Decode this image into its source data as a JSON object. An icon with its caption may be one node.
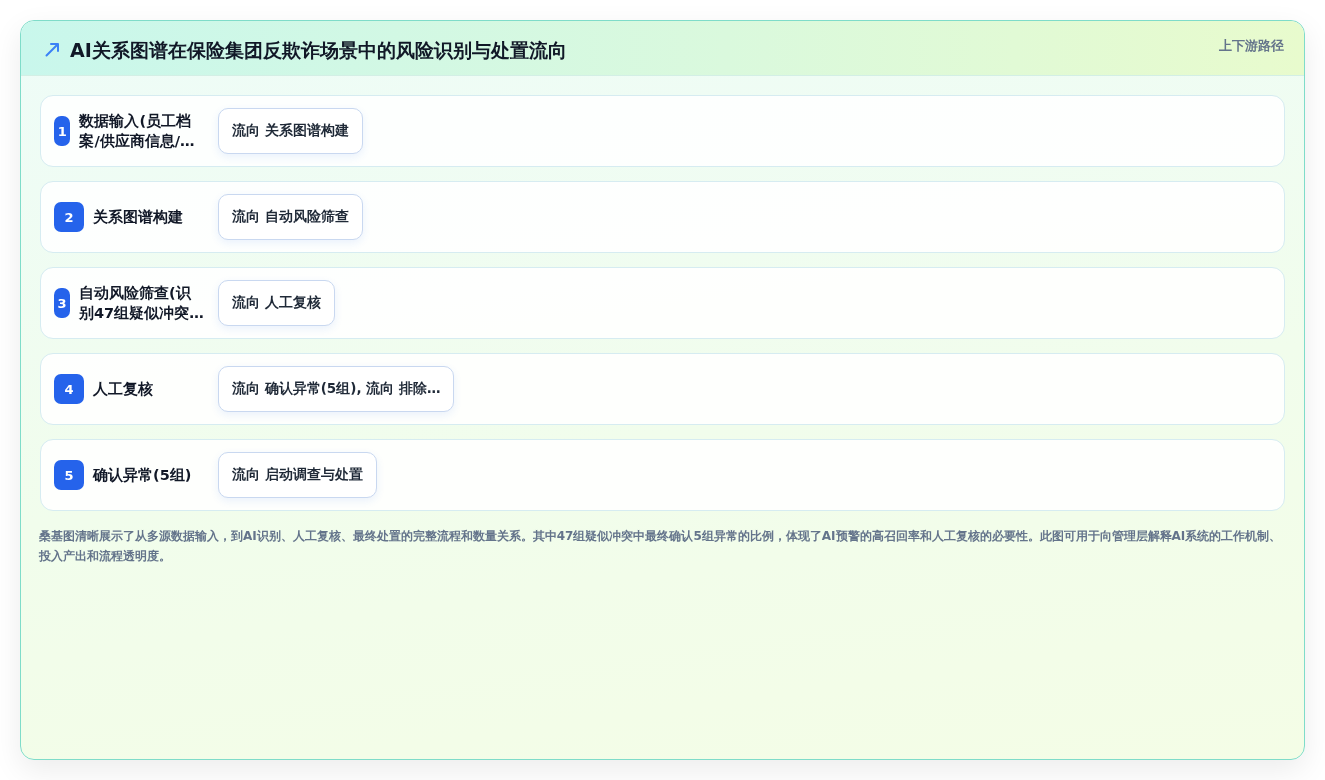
{
  "diagram": {
    "title": "AI关系图谱在保险集团反欺诈场景中的风险识别与处置流向",
    "labels": [
      "上下游路径"
    ],
    "nodes": [
      {
        "text": [
          "数据输入(员工档案/供应商信息/…"
        ]
      },
      {
        "text": [
          "1"
        ],
        "in": 0
      },
      {
        "text": [
          "流向 关系图谱构建"
        ],
        "in": 0
      },
      {
        "text": [
          "关系图谱构建"
        ]
      },
      {
        "text": [
          "2"
        ],
        "in": 3
      },
      {
        "text": [
          "流向 自动风险筛查"
        ],
        "in": 3
      },
      {
        "text": [
          "自动风险筛查(识别47组疑似冲突…"
        ]
      },
      {
        "text": [
          "3"
        ],
        "in": 6
      },
      {
        "text": [
          "流向 人工复核"
        ],
        "in": 6
      },
      {
        "text": [
          "人工复核"
        ]
      },
      {
        "text": [
          "4"
        ],
        "in": 9
      },
      {
        "text": [
          "流向 确认异常(5组), 流向 排除…"
        ],
        "in": 9
      },
      {
        "text": [
          "确认异常(5组)"
        ]
      },
      {
        "text": [
          "5"
        ],
        "in": 12
      },
      {
        "text": [
          "流向 启动调查与处置"
        ],
        "in": 12
      }
    ],
    "caption": "桑基图清晰展示了从多源数据输入，到AI识别、人工复核、最终处置的完整流程和数量关系。其中47组疑似冲突中最终确认5组异常的比例，体现了AI预警的高召回率和人工复核的必要性。此图可用于向管理层解释AI系统的工作机制、投入产出和流程透明度。"
  }
}
